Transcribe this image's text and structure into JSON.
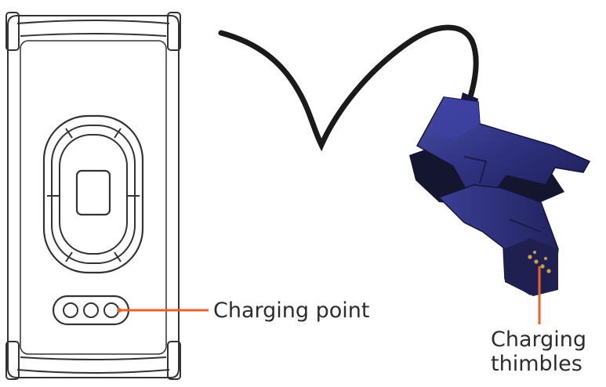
{
  "labels": {
    "charging_point": "Charging point",
    "charging_thimbles_line1": "Charging",
    "charging_thimbles_line2": "thimbles"
  },
  "colors": {
    "callout": "#e8632b",
    "outline": "#333333",
    "clip_body": "#2f3280",
    "clip_dark": "#1b1c4a",
    "cable": "#1a1a1a",
    "pins": "#c8a050"
  },
  "icons": {
    "tracker": "fitness-tracker-back-outline",
    "charger": "charging-clip-photo"
  }
}
